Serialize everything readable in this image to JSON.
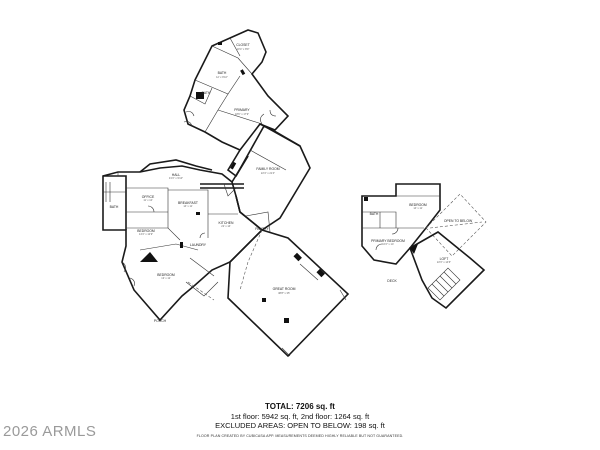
{
  "summary": {
    "total": "TOTAL: 7206 sq. ft",
    "floors": "1st floor: 5942 sq. ft, 2nd floor: 1264 sq. ft",
    "excluded": "EXCLUDED AREAS: OPEN TO BELOW: 198 sq. ft",
    "credit": "FLOOR PLAN CREATED BY CUBICASA APP. MEASUREMENTS DEEMED HIGHLY RELIABLE BUT NOT GUARANTEED."
  },
  "watermark": "2026 ARMLS"
}
